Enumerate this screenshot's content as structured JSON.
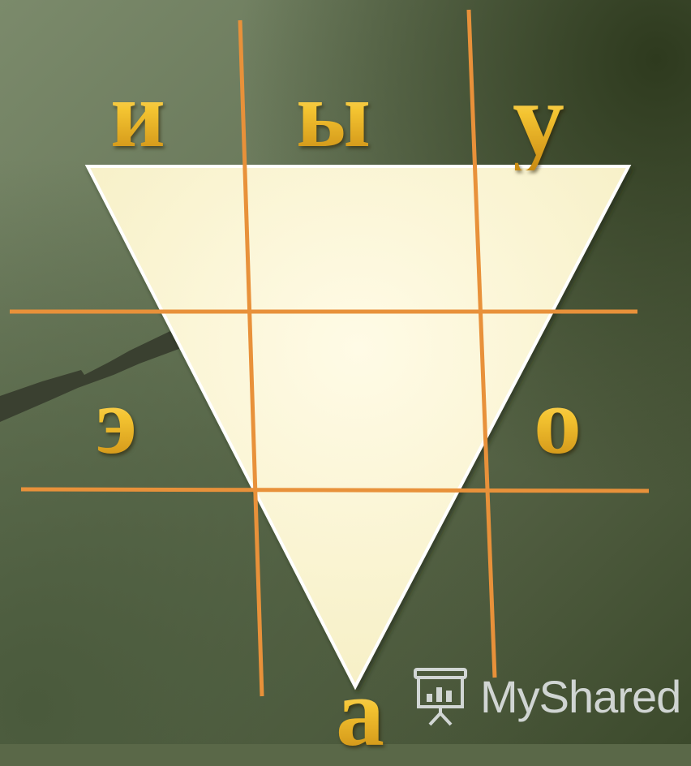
{
  "vowels": {
    "top_left": "и",
    "top_middle": "ы",
    "top_right": "у",
    "middle_left": "э",
    "middle_right": "о",
    "bottom": "а"
  },
  "watermark": {
    "text": "MyShared"
  },
  "colors": {
    "background": "#5a6848",
    "triangle_fill": "#fbf8dc",
    "grid_lines": "#e8913a",
    "letters": "#f1c232",
    "pointer": "#3a4030"
  }
}
